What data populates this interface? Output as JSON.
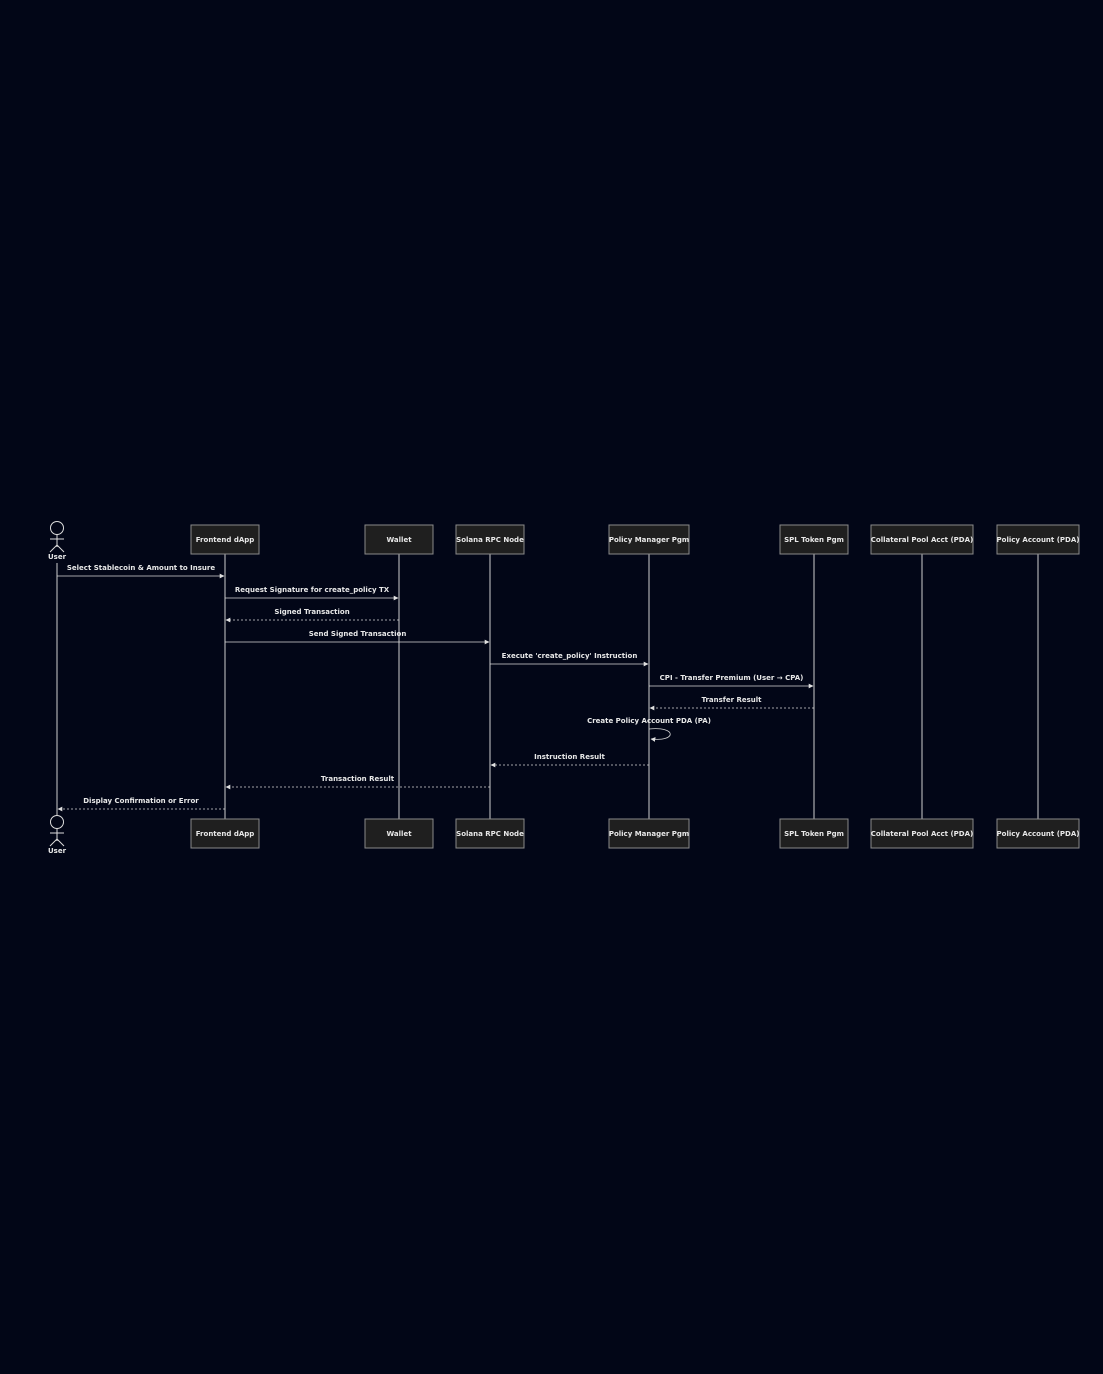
{
  "participants": [
    {
      "id": "user",
      "label": "User",
      "kind": "actor"
    },
    {
      "id": "frontend",
      "label": "Frontend dApp",
      "kind": "box"
    },
    {
      "id": "wallet",
      "label": "Wallet",
      "kind": "box"
    },
    {
      "id": "rpc",
      "label": "Solana RPC Node",
      "kind": "box"
    },
    {
      "id": "pmp",
      "label": "Policy Manager Pgm",
      "kind": "box"
    },
    {
      "id": "spl",
      "label": "SPL Token Pgm",
      "kind": "box"
    },
    {
      "id": "cpa",
      "label": "Collateral Pool Acct (PDA)",
      "kind": "box"
    },
    {
      "id": "pa",
      "label": "Policy Account (PDA)",
      "kind": "box"
    }
  ],
  "messages": [
    {
      "from": "user",
      "to": "frontend",
      "label": "Select Stablecoin & Amount to Insure",
      "style": "solid"
    },
    {
      "from": "frontend",
      "to": "wallet",
      "label": "Request Signature for create_policy TX",
      "style": "solid"
    },
    {
      "from": "wallet",
      "to": "frontend",
      "label": "Signed Transaction",
      "style": "dotted"
    },
    {
      "from": "frontend",
      "to": "rpc",
      "label": "Send Signed Transaction",
      "style": "solid"
    },
    {
      "from": "rpc",
      "to": "pmp",
      "label": "Execute 'create_policy' Instruction",
      "style": "solid"
    },
    {
      "from": "pmp",
      "to": "spl",
      "label": "CPI - Transfer Premium (User → CPA)",
      "style": "solid"
    },
    {
      "from": "spl",
      "to": "pmp",
      "label": "Transfer Result",
      "style": "dotted"
    },
    {
      "from": "pmp",
      "to": "pmp",
      "label": "Create Policy Account PDA (PA)",
      "style": "solid"
    },
    {
      "from": "pmp",
      "to": "rpc",
      "label": "Instruction Result",
      "style": "dotted"
    },
    {
      "from": "rpc",
      "to": "frontend",
      "label": "Transaction Result",
      "style": "dotted"
    },
    {
      "from": "frontend",
      "to": "user",
      "label": "Display Confirmation or Error",
      "style": "dotted"
    }
  ]
}
